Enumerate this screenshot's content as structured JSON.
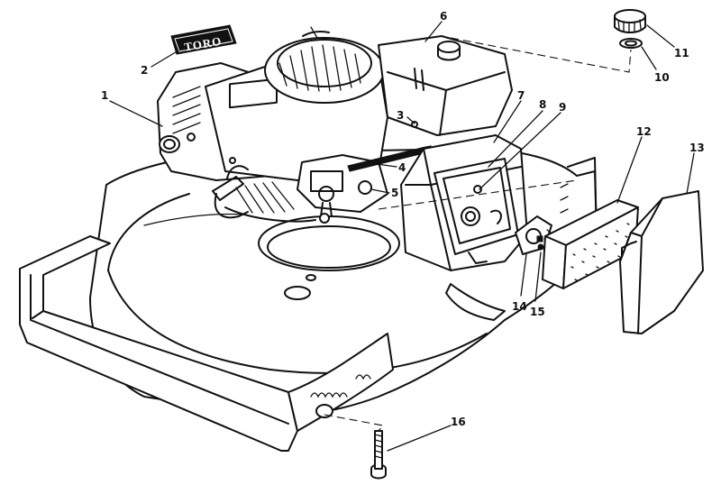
{
  "brand_plate": {
    "text": "TORO"
  },
  "callouts": [
    "1",
    "2",
    "3",
    "4",
    "5",
    "6",
    "7",
    "8",
    "9",
    "10",
    "11",
    "12",
    "13",
    "14",
    "15",
    "16"
  ],
  "line_color": "#111111",
  "background_color": "#ffffff"
}
